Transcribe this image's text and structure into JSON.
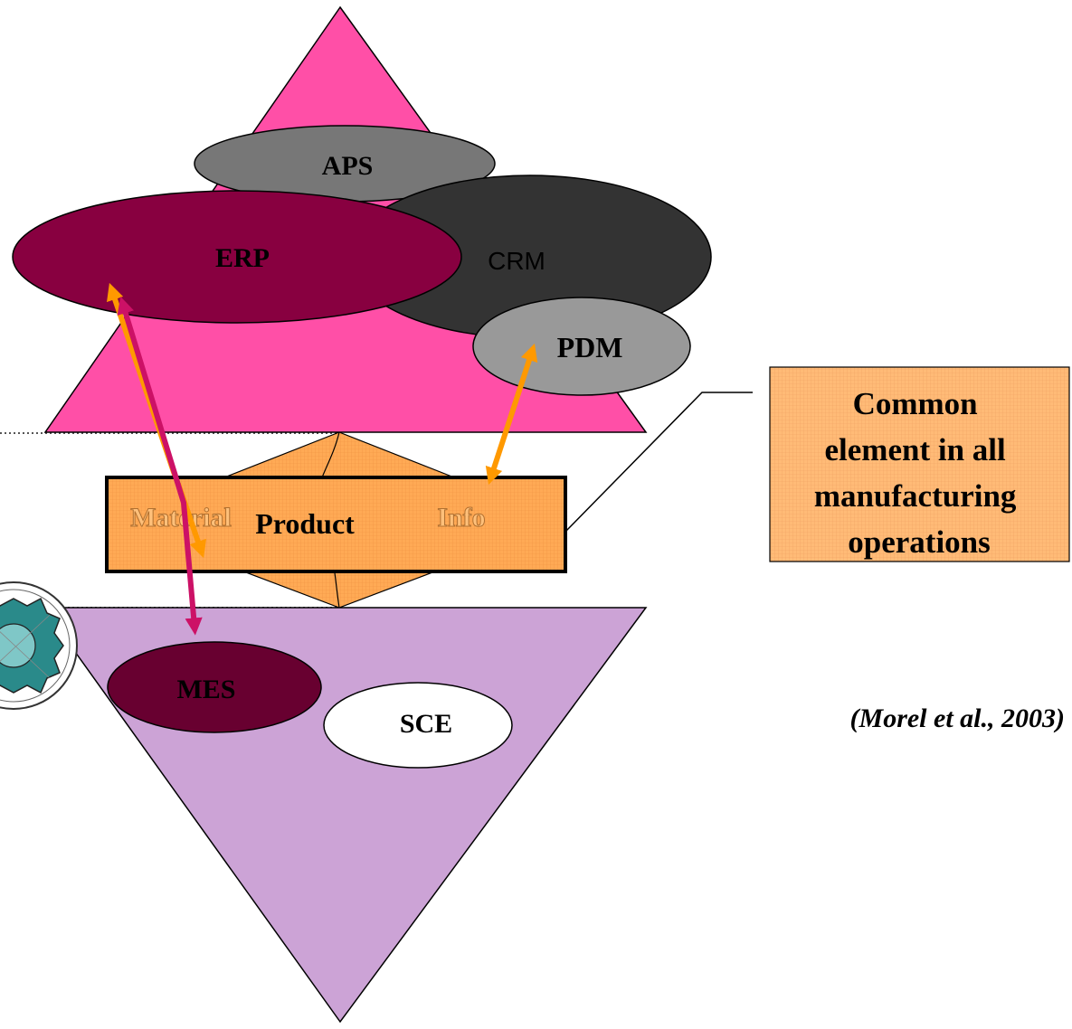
{
  "nodes": {
    "aps": "APS",
    "erp": "ERP",
    "crm": "CRM",
    "pdm": "PDM",
    "mes": "MES",
    "sce": "SCE"
  },
  "center_bar": {
    "material": "Material",
    "product": "Product",
    "info": "Info"
  },
  "callout": {
    "line1": "Common",
    "line2": "element in all",
    "line3": "manufacturing",
    "line4": "operations"
  },
  "citation": "(Morel et al., 2003)",
  "colors": {
    "top_triangle": "#ff4fa7",
    "bottom_triangle": "#cca3d6",
    "aps": "#777777",
    "crm": "#333333",
    "erp": "#880040",
    "pdm": "#999999",
    "mes": "#680030",
    "sce": "#ffffff",
    "bar": "#ffaa55",
    "arrow_orange": "#ff9900",
    "arrow_crimson": "#cc1166",
    "callout": "#ffbb77"
  },
  "icons": {
    "logo": "gear-seal-logo"
  }
}
